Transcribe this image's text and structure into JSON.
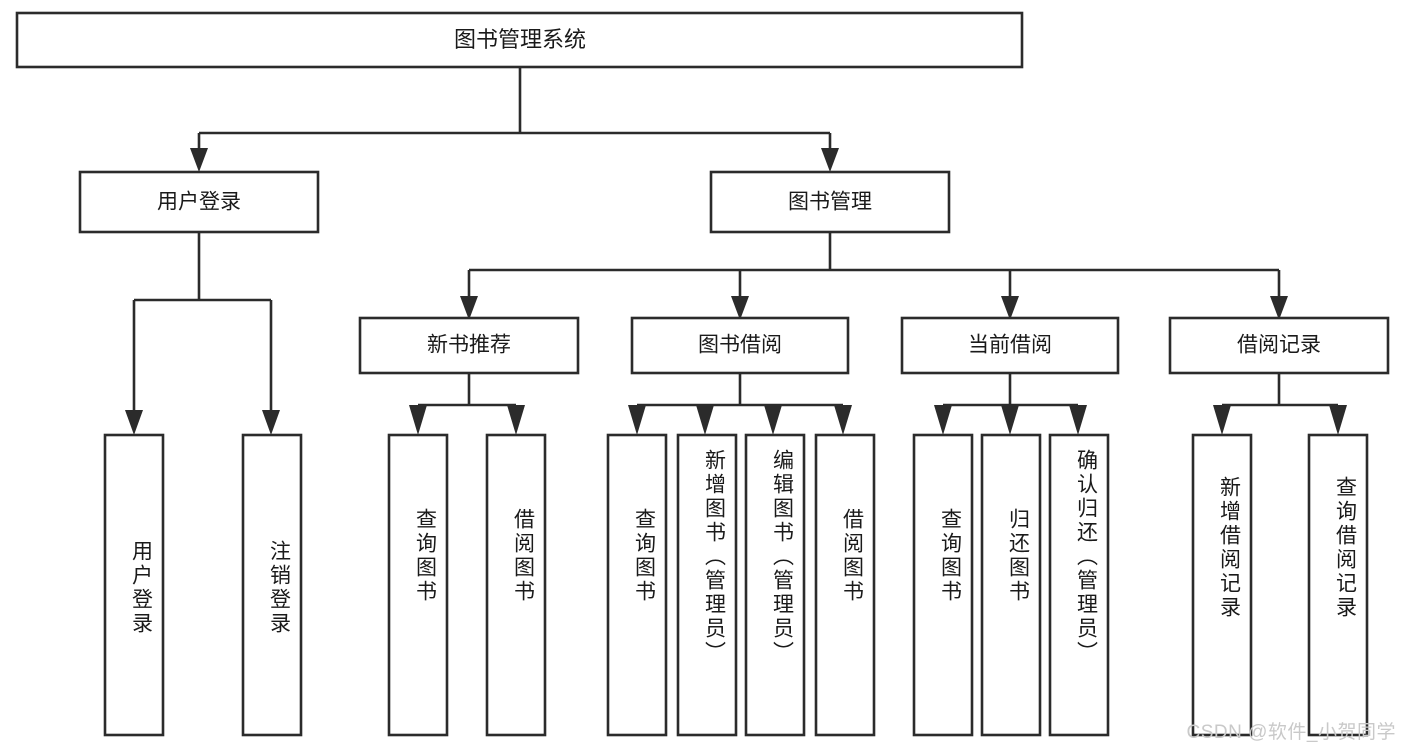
{
  "diagram": {
    "type": "tree",
    "title": "图书管理系统",
    "colors": {
      "box_stroke": "#2b2b2b",
      "box_fill": "#ffffff",
      "text": "#1a1a1a",
      "background": "#ffffff",
      "watermark": "#c9c9c9"
    },
    "root": {
      "label": "图书管理系统"
    },
    "level2": [
      {
        "label": "用户登录"
      },
      {
        "label": "图书管理"
      }
    ],
    "level3": [
      {
        "label": "新书推荐"
      },
      {
        "label": "图书借阅"
      },
      {
        "label": "当前借阅"
      },
      {
        "label": "借阅记录"
      }
    ],
    "leaves": {
      "user_login": [
        {
          "label": "用户登录"
        },
        {
          "label": "注销登录"
        }
      ],
      "new_book_recommend": [
        {
          "label": "查询图书"
        },
        {
          "label": "借阅图书"
        }
      ],
      "book_borrow": [
        {
          "label": "查询图书"
        },
        {
          "label": "新增图书（管理员）"
        },
        {
          "label": "编辑图书（管理员）"
        },
        {
          "label": "借阅图书"
        }
      ],
      "current_borrow": [
        {
          "label": "查询图书"
        },
        {
          "label": "归还图书"
        },
        {
          "label": "确认归还（管理员）"
        }
      ],
      "borrow_record": [
        {
          "label": "新增借阅记录"
        },
        {
          "label": "查询借阅记录"
        }
      ]
    }
  },
  "watermark": {
    "text": "CSDN @软件_小贺同学"
  }
}
